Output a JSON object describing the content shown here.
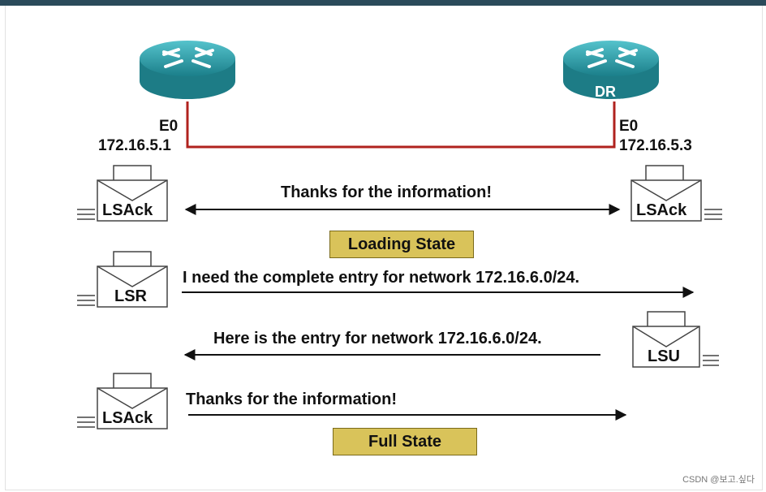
{
  "routers": {
    "left": {
      "interface": "E0",
      "ip": "172.16.5.1",
      "role": ""
    },
    "right": {
      "interface": "E0",
      "ip": "172.16.5.3",
      "role": "DR"
    }
  },
  "exchanges": [
    {
      "packet": "LSAck",
      "message": "Thanks for the information!",
      "direction": "both"
    },
    {
      "packet": "LSR",
      "message": "I need the complete entry for network 172.16.6.0/24.",
      "direction": "right"
    },
    {
      "packet": "LSU",
      "message": "Here is the entry for network 172.16.6.0/24.",
      "direction": "left"
    },
    {
      "packet": "LSAck",
      "message": "Thanks for the information!",
      "direction": "right"
    }
  ],
  "right_lsack": "LSAck",
  "states": {
    "loading": "Loading State",
    "full": "Full State"
  },
  "colors": {
    "router": "#2a9aa6",
    "link": "#b0221e",
    "state_box": "#d9c35a",
    "top_bar": "#2a4a5a"
  },
  "watermark": "CSDN @보고.싶다"
}
